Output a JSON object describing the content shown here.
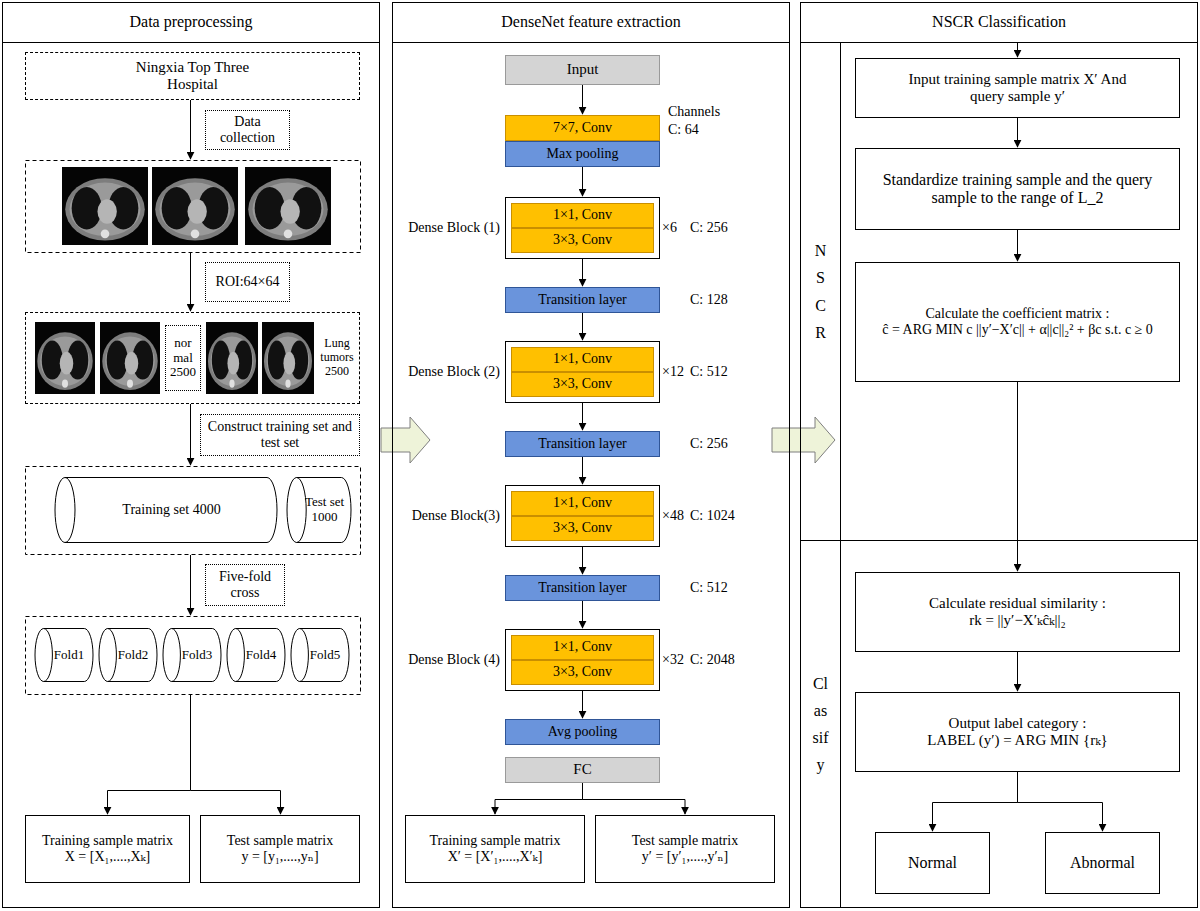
{
  "diagram": {
    "nodes": [
      {
        "text": [
          "Data preprocessing"
        ]
      },
      {
        "text": [
          "Ningxia Top Three Hospital"
        ],
        "in": 0
      },
      {
        "text": [
          "Data collection"
        ],
        "in": 0
      },
      {
        "text": [
          "ROI:64×64"
        ],
        "in": 0
      },
      {
        "text": [
          "Lung tumors 2500"
        ],
        "in": 0
      },
      {
        "text": [
          "nor mal 2500"
        ],
        "in": 4
      },
      {
        "text": [
          "Construct training set and test set"
        ],
        "in": 0
      },
      {
        "text": [
          "Training set 4000"
        ],
        "in": 0
      },
      {
        "text": [
          "Test set 1000"
        ],
        "in": 0
      },
      {
        "text": [
          "Five-fold cross"
        ],
        "in": 0
      },
      {
        "text": [
          "Fold1"
        ],
        "in": 0
      },
      {
        "text": [
          "Fold2"
        ],
        "in": 0
      },
      {
        "text": [
          "Fold3"
        ],
        "in": 0
      },
      {
        "text": [
          "Fold4"
        ],
        "in": 0
      },
      {
        "text": [
          "Fold5"
        ],
        "in": 0
      },
      {
        "text": [
          "Training sample matrix",
          "X = [X₁,....,Xₖ]"
        ],
        "in": 0
      },
      {
        "text": [
          "Test sample matrix",
          "y = [y₁,....,yₙ]"
        ],
        "in": 0
      },
      {
        "text": [
          "DenseNet feature extraction"
        ]
      },
      {
        "text": [
          "Input"
        ],
        "in": 17
      },
      {
        "text": [
          "7×7, Conv"
        ],
        "in": 17
      },
      {
        "text": [
          "Max pooling"
        ],
        "in": 17
      },
      {
        "text": [
          "Dense Block (1)",
          "×6"
        ],
        "in": 17
      },
      {
        "text": [
          "1×1, Conv"
        ],
        "in": 21
      },
      {
        "text": [
          "3×3, Conv"
        ],
        "in": 21
      },
      {
        "text": [
          "Transition layer"
        ],
        "in": 17
      },
      {
        "text": [
          "Dense Block (2)",
          "×12"
        ],
        "in": 17
      },
      {
        "text": [
          "1×1, Conv"
        ],
        "in": 25
      },
      {
        "text": [
          "3×3, Conv"
        ],
        "in": 25
      },
      {
        "text": [
          "Transition layer"
        ],
        "in": 17
      },
      {
        "text": [
          "Dense Block(3)",
          "×48"
        ],
        "in": 17
      },
      {
        "text": [
          "1×1, Conv"
        ],
        "in": 29
      },
      {
        "text": [
          "3×3, Conv"
        ],
        "in": 29
      },
      {
        "text": [
          "Transition layer"
        ],
        "in": 17
      },
      {
        "text": [
          "Dense Block (4)",
          "×32"
        ],
        "in": 17
      },
      {
        "text": [
          "1×1, Conv"
        ],
        "in": 33
      },
      {
        "text": [
          "3×3, Conv"
        ],
        "in": 33
      },
      {
        "text": [
          "Avg pooling"
        ],
        "in": 17
      },
      {
        "text": [
          "FC"
        ],
        "in": 17
      },
      {
        "text": [
          "Training sample matrix",
          "X′ = [X′₁,....,X′ₖ]"
        ],
        "in": 17
      },
      {
        "text": [
          "Test sample matrix",
          "y′ = [y′₁,....,y′ₙ]"
        ],
        "in": 17
      },
      {
        "text": [
          "NSCR Classification"
        ]
      },
      {
        "text": [
          "NSCR"
        ],
        "in": 40
      },
      {
        "text": [
          "Input training sample matrix X′ And query sample y′"
        ],
        "in": 41
      },
      {
        "text": [
          "Standardize training sample and the query sample to the range of L_2"
        ],
        "in": 41
      },
      {
        "text": [
          "Calculate the coefficient matrix :",
          "ĉ = ARG MIN c ||y′−X′c|| + α||c||₂² + βc s.t. c ≥ 0"
        ],
        "in": 41
      },
      {
        "text": [
          "Classify"
        ],
        "in": 40
      },
      {
        "text": [
          "Calculate residual similarity :",
          "rk = ||y′−X′ₖĉₖ||₂"
        ],
        "in": 45
      },
      {
        "text": [
          "Output label category :",
          "LABEL (y′) = ARG MIN {rₖ}"
        ],
        "in": 45
      },
      {
        "text": [
          "Normal"
        ],
        "in": 45
      },
      {
        "text": [
          "Abnormal"
        ],
        "in": 45
      }
    ],
    "edges": [
      {
        "from": 0,
        "to": 17,
        "arrow": "to"
      },
      {
        "from": 17,
        "to": 40,
        "arrow": "to"
      },
      {
        "from": 18,
        "to": 19,
        "arrow": "to"
      },
      {
        "from": 20,
        "to": 21,
        "arrow": "to"
      },
      {
        "from": 21,
        "to": 24,
        "arrow": "to"
      },
      {
        "from": 24,
        "to": 25,
        "arrow": "to"
      },
      {
        "from": 25,
        "to": 28,
        "arrow": "to"
      },
      {
        "from": 28,
        "to": 29,
        "arrow": "to"
      },
      {
        "from": 29,
        "to": 32,
        "arrow": "to"
      },
      {
        "from": 32,
        "to": 33,
        "arrow": "to"
      },
      {
        "from": 33,
        "to": 36,
        "arrow": "to"
      },
      {
        "from": 37,
        "to": 38,
        "arrow": "to"
      },
      {
        "from": 37,
        "to": 39,
        "arrow": "to"
      },
      {
        "from": 40,
        "to": 42,
        "arrow": "to"
      },
      {
        "from": 42,
        "to": 43,
        "arrow": "to"
      },
      {
        "from": 43,
        "to": 44,
        "arrow": "to"
      },
      {
        "from": 44,
        "to": 46,
        "arrow": "to"
      },
      {
        "from": 46,
        "to": 47,
        "arrow": "to"
      },
      {
        "from": 47,
        "to": 48,
        "arrow": "to"
      },
      {
        "from": 47,
        "to": 49,
        "arrow": "to"
      }
    ],
    "labels": [
      "Channels",
      "C: 64",
      "C: 256",
      "C: 128",
      "C: 512",
      "C: 256",
      "C: 1024",
      "C: 512",
      "C: 2048"
    ]
  }
}
